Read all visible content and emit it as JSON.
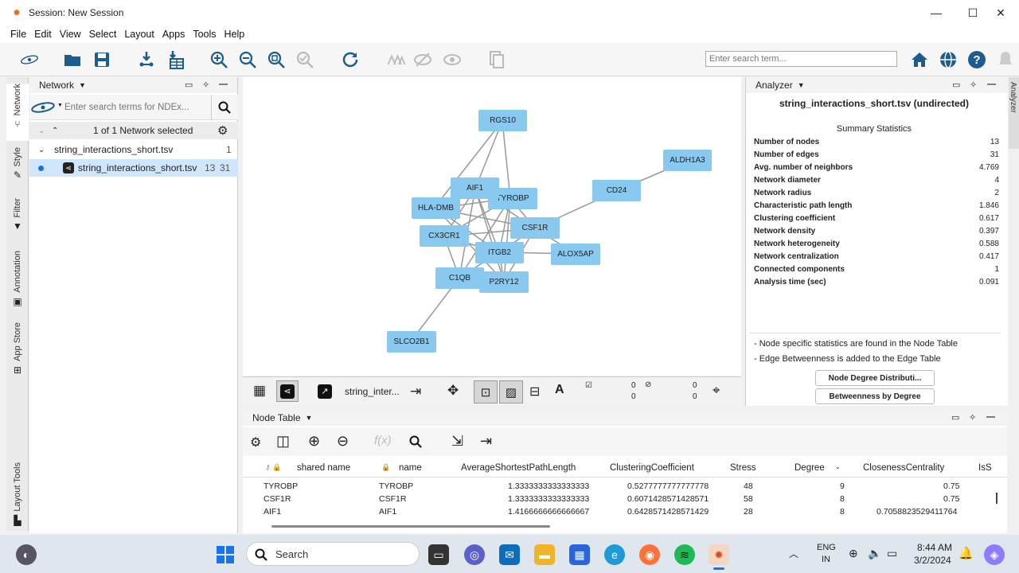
{
  "window": {
    "title": "Session: New Session"
  },
  "menu": [
    "File",
    "Edit",
    "View",
    "Select",
    "Layout",
    "Apps",
    "Tools",
    "Help"
  ],
  "toolbar": {
    "search_placeholder": "Enter search term..."
  },
  "left_tabs": [
    "Network",
    "Style",
    "Filter",
    "Annotation",
    "App Store",
    "Layout Tools"
  ],
  "network_panel": {
    "header": "Network",
    "ndex_placeholder": "Enter search terms for NDEx...",
    "selection_text": "1 of 1 Network selected",
    "collection": {
      "name": "string_interactions_short.tsv",
      "count": "1"
    },
    "network": {
      "name": "string_interactions_short.tsv",
      "nodes": "13",
      "edges": "31"
    }
  },
  "graph": {
    "nodes": [
      "RGS10",
      "ALDH1A3",
      "CD24",
      "AIF1",
      "TYROBP",
      "HLA-DMB",
      "CSF1R",
      "CX3CR1",
      "ITGB2",
      "ALOX5AP",
      "C1QB",
      "P2RY12",
      "SLCO2B1"
    ]
  },
  "canvas_toolbar": {
    "network_name": "string_inter...",
    "sel_nodes": "0",
    "sel_edges": "0",
    "hid_nodes": "0",
    "hid_edges": "0"
  },
  "analyzer": {
    "header": "Analyzer",
    "title": "string_interactions_short.tsv (undirected)",
    "summary_title": "Summary Statistics",
    "stats": [
      {
        "label": "Number of nodes",
        "value": "13"
      },
      {
        "label": "Number of edges",
        "value": "31"
      },
      {
        "label": "Avg. number of neighbors",
        "value": "4.769"
      },
      {
        "label": "Network diameter",
        "value": "4"
      },
      {
        "label": "Network radius",
        "value": "2"
      },
      {
        "label": "Characteristic path length",
        "value": "1.846"
      },
      {
        "label": "Clustering coefficient",
        "value": "0.617"
      },
      {
        "label": "Network density",
        "value": "0.397"
      },
      {
        "label": "Network heterogeneity",
        "value": "0.588"
      },
      {
        "label": "Network centralization",
        "value": "0.417"
      },
      {
        "label": "Connected components",
        "value": "1"
      },
      {
        "label": "Analysis time (sec)",
        "value": "0.091"
      }
    ],
    "note1": "- Node specific statistics are found in the Node Table",
    "note2": "- Edge Betweenness is added to the Edge Table",
    "btn1": "Node Degree Distributi...",
    "btn2": "Betweenness by Degree"
  },
  "node_table": {
    "header": "Node Table",
    "columns": [
      "shared name",
      "name",
      "AverageShortestPathLength",
      "ClusteringCoefficient",
      "Stress",
      "Degree",
      "ClosenessCentrality",
      "IsS"
    ],
    "rows": [
      [
        "TYROBP",
        "TYROBP",
        "1.3333333333333333",
        "0.5277777777777778",
        "48",
        "9",
        "0.75"
      ],
      [
        "CSF1R",
        "CSF1R",
        "1.3333333333333333",
        "0.6071428571428571",
        "58",
        "8",
        "0.75"
      ],
      [
        "AIF1",
        "AIF1",
        "1.4166666666666667",
        "0.6428571428571429",
        "28",
        "8",
        "0.7058823529411764"
      ]
    ]
  },
  "taskbar": {
    "search": "Search",
    "lang1": "ENG",
    "lang2": "IN",
    "time": "8:44 AM",
    "date": "3/2/2024"
  }
}
